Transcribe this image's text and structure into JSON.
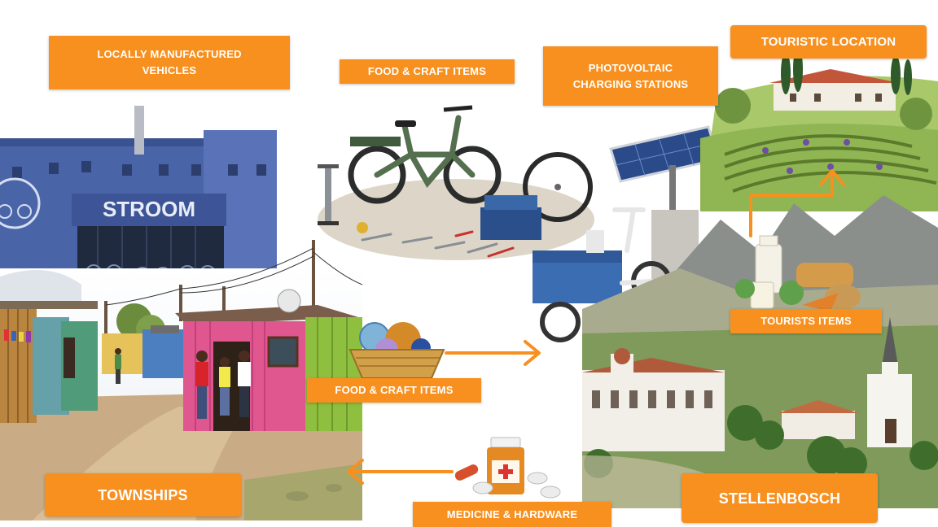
{
  "labels": {
    "vehicles": "LOCALLY MANUFACTURED\nVEHICLES",
    "food_craft_top": "FOOD & CRAFT ITEMS",
    "pv_charging": "PHOTOVOLTAIC\nCHARGING STATIONS",
    "touristic": "TOURISTIC LOCATION",
    "tourists_items": "TOURISTS ITEMS",
    "food_craft_mid": "FOOD & CRAFT ITEMS",
    "medicine": "MEDICINE & HARDWARE",
    "townships": "TOWNSHIPS",
    "stellenbosch": "STELLENBOSCH"
  },
  "factory_sign": "STROOM",
  "colors": {
    "accent": "#f7901e",
    "factory_blue": "#4a64a8",
    "arrow": "#f7901e"
  }
}
